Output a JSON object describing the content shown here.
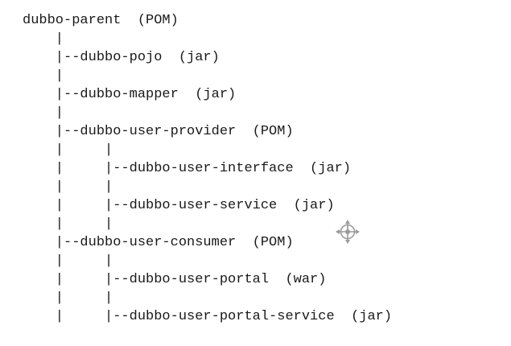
{
  "tree": {
    "lines": [
      "dubbo-parent  (POM)",
      "    |",
      "    |--dubbo-pojo  (jar)",
      "    |",
      "    |--dubbo-mapper  (jar)",
      "    |",
      "    |--dubbo-user-provider  (POM)",
      "    |     |",
      "    |     |--dubbo-user-interface  (jar)",
      "    |     |",
      "    |     |--dubbo-user-service  (jar)",
      "    |     |",
      "    |--dubbo-user-consumer  (POM)",
      "    |     |",
      "    |     |--dubbo-user-portal  (war)",
      "    |     |",
      "    |     |--dubbo-user-portal-service  (jar)"
    ]
  },
  "cursor": {
    "icon": "move-cursor-icon"
  }
}
